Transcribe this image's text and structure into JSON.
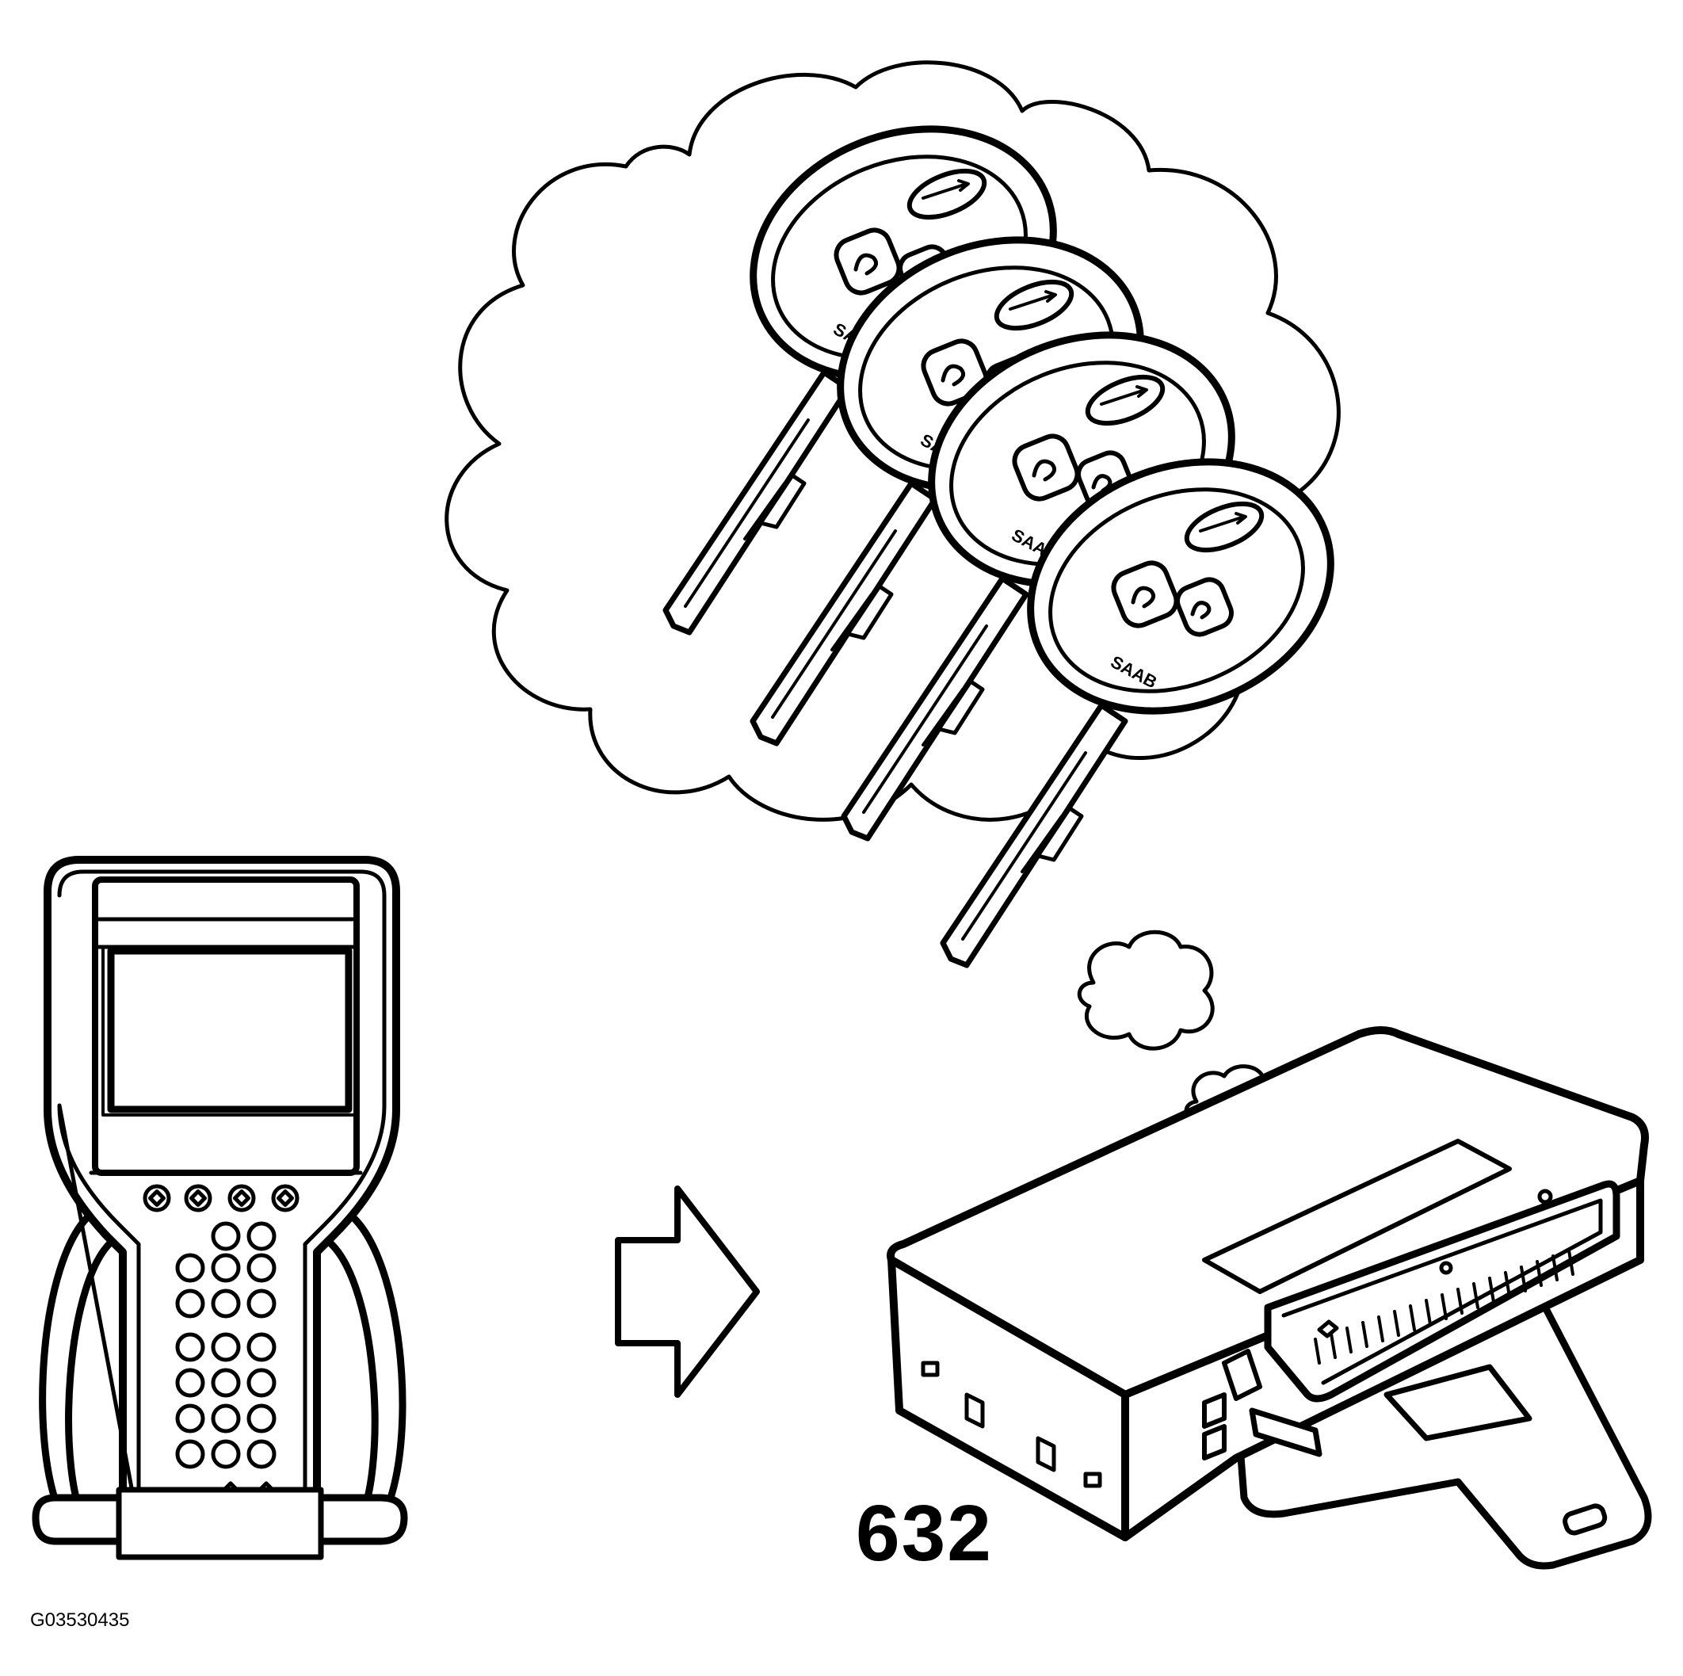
{
  "figure": {
    "figure_code": "G03530435",
    "callouts": [
      {
        "id": "control-module",
        "label": "632"
      }
    ],
    "components": [
      {
        "name": "diagnostic-scan-tool",
        "icon": "handheld-scan-tool-icon"
      },
      {
        "name": "direction-arrow",
        "icon": "right-arrow-icon"
      },
      {
        "name": "control-module",
        "icon": "electronic-control-module-icon"
      },
      {
        "name": "thought-bubble",
        "icon": "thought-cloud-icon",
        "contents": "remote-keys",
        "count": 4
      }
    ],
    "key_brand_text": "SAAB",
    "colors": {
      "line": "#000000",
      "background": "#ffffff"
    }
  }
}
